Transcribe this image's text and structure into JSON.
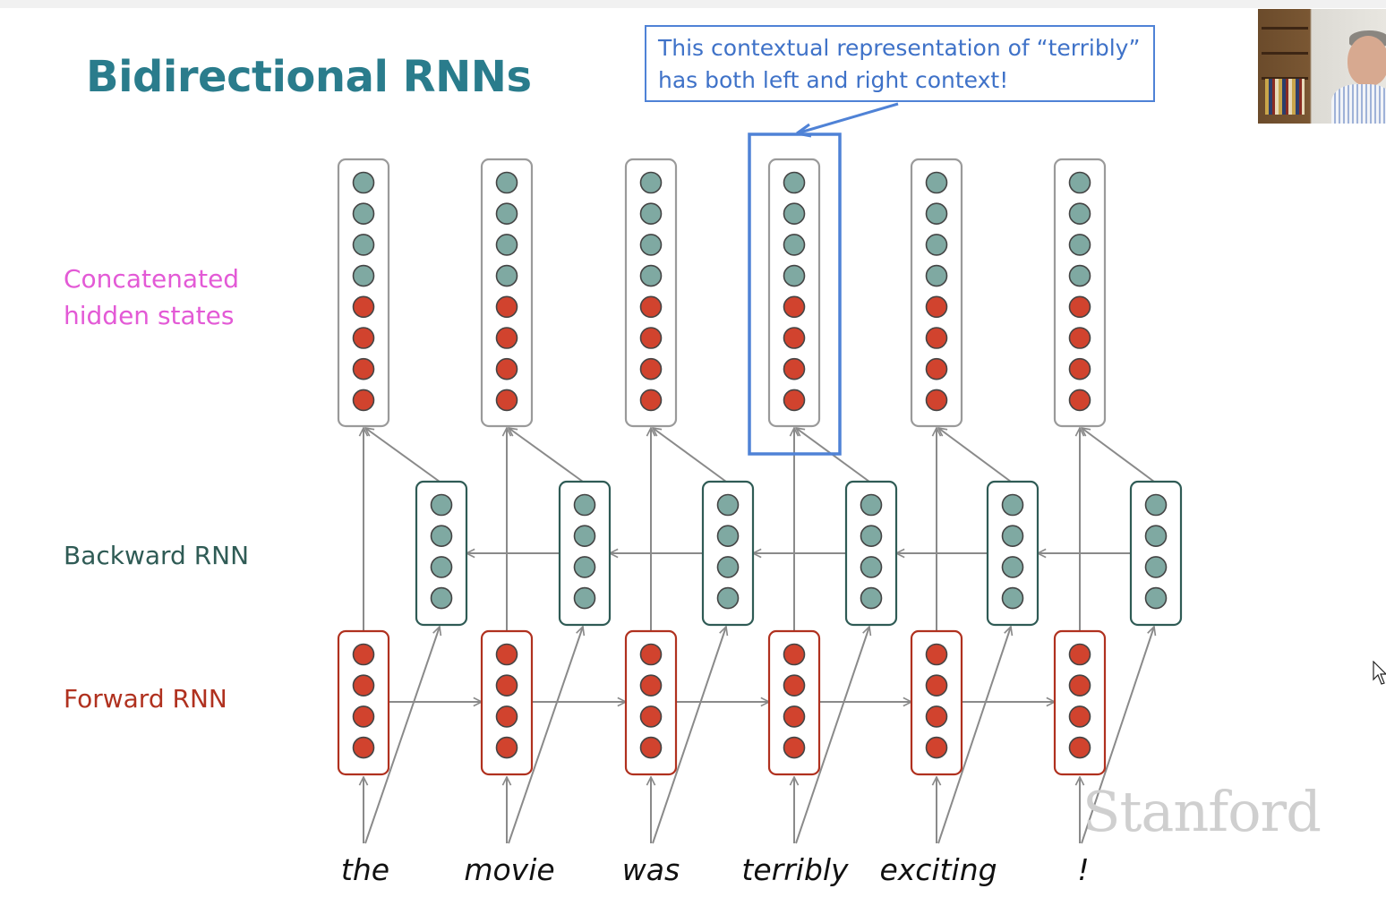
{
  "slide": {
    "title": "Bidirectional RNNs",
    "callout_lines": [
      "This contextual representation of “terribly”",
      "has both left and right context!"
    ],
    "labels": {
      "concat_lines": [
        "Concatenated",
        "hidden states"
      ],
      "backward": "Backward RNN",
      "forward": "Forward RNN"
    },
    "words": [
      "the",
      "movie",
      "was",
      "terribly",
      "exciting",
      "!"
    ],
    "highlighted_word_index": 3,
    "watermark": "Stanford",
    "colors": {
      "title": "#2a7c8c",
      "concat_label": "#e35ad6",
      "backward": "#2f5b55",
      "backward_node": "#7fa9a2",
      "forward": "#b0311f",
      "forward_node": "#d1432e",
      "highlight": "#4f82d6"
    }
  }
}
